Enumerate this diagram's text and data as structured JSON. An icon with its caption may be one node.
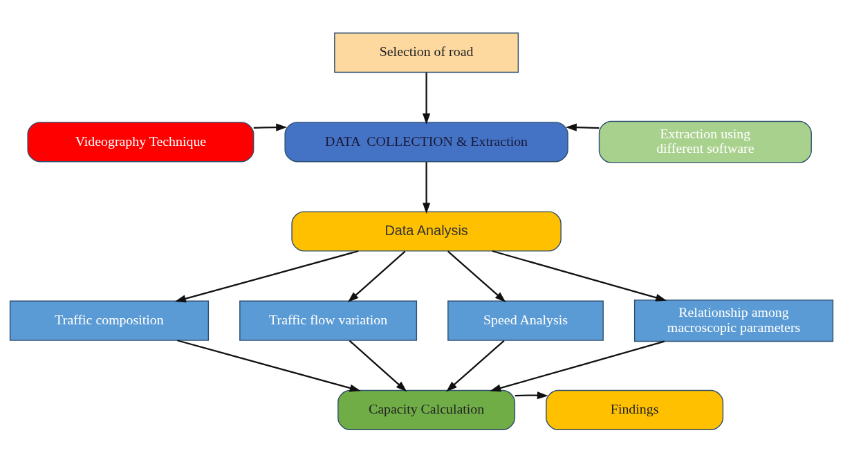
{
  "diagram": {
    "nodes": [
      {
        "text": [
          "Selection of road"
        ]
      },
      {
        "text": [
          "DATA  COLLECTION & Extraction"
        ]
      },
      {
        "text": [
          "Videography Technique"
        ]
      },
      {
        "text": [
          "Extraction using different software"
        ]
      },
      {
        "text": [
          "Data Analysis"
        ]
      },
      {
        "text": [
          "Traffic composition"
        ]
      },
      {
        "text": [
          "Traffic flow variation"
        ]
      },
      {
        "text": [
          "Speed Analysis"
        ]
      },
      {
        "text": [
          "Relationship among macroscopic parameters"
        ]
      },
      {
        "text": [
          "Capacity Calculation"
        ]
      },
      {
        "text": [
          "Findings"
        ]
      }
    ],
    "edges": [
      {
        "from": 0,
        "to": 1,
        "arrow": "to"
      },
      {
        "from": 2,
        "to": 1,
        "arrow": "to"
      },
      {
        "from": 3,
        "to": 1,
        "arrow": "to"
      },
      {
        "from": 1,
        "to": 4,
        "arrow": "to"
      },
      {
        "from": 4,
        "to": 5,
        "arrow": "to"
      },
      {
        "from": 4,
        "to": 6,
        "arrow": "to"
      },
      {
        "from": 4,
        "to": 7,
        "arrow": "to"
      },
      {
        "from": 4,
        "to": 8,
        "arrow": "to"
      },
      {
        "from": 5,
        "to": 9,
        "arrow": "to"
      },
      {
        "from": 6,
        "to": 9,
        "arrow": "to"
      },
      {
        "from": 7,
        "to": 9,
        "arrow": "to"
      },
      {
        "from": 8,
        "to": 9,
        "arrow": "to"
      },
      {
        "from": 9,
        "to": 10,
        "arrow": "to"
      }
    ]
  }
}
